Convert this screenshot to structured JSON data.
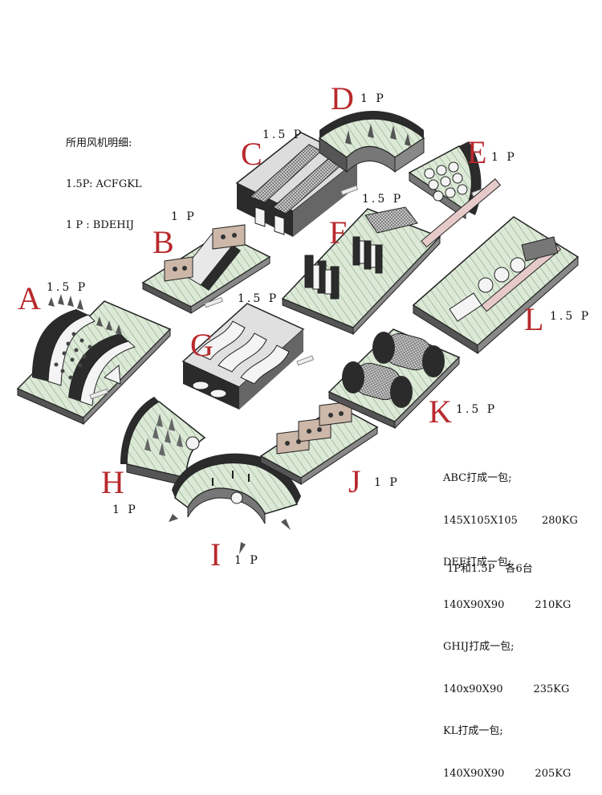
{
  "notes": {
    "title": "所用风机明细:",
    "lines": [
      "1.5P: ACFGKL",
      "1 P : BDEHIJ"
    ]
  },
  "modules": [
    {
      "letter": "A",
      "rating": "1.5 P"
    },
    {
      "letter": "B",
      "rating": "1 P"
    },
    {
      "letter": "C",
      "rating": "1.5 P"
    },
    {
      "letter": "D",
      "rating": "1 P"
    },
    {
      "letter": "E",
      "rating": "1 P"
    },
    {
      "letter": "F",
      "rating": "1.5 P"
    },
    {
      "letter": "G",
      "rating": "1.5 P"
    },
    {
      "letter": "H",
      "rating": "1 P"
    },
    {
      "letter": "I",
      "rating": "1 P"
    },
    {
      "letter": "J",
      "rating": "1 P"
    },
    {
      "letter": "K",
      "rating": "1.5 P"
    },
    {
      "letter": "L",
      "rating": "1.5 P"
    }
  ],
  "packing": [
    {
      "group": "ABC打成一包;",
      "spec": "145X105X105",
      "weight": "280KG"
    },
    {
      "group": "DEF打成一包;",
      "spec": "140X90X90",
      "weight": "210KG"
    },
    {
      "group": "GHIJ打成一包;",
      "spec": "140x90X90",
      "weight": "235KG"
    },
    {
      "group": "KL打成一包;",
      "spec": "140X90X90",
      "weight": "205KG"
    }
  ],
  "summary": "1P和1.5P　各6台",
  "colors": {
    "letter": "#b8292c",
    "mat": "#dbe9d6",
    "wall": "#2b2b2b",
    "wall_face": "#f4f4f4",
    "rope": "#e6c9c9"
  }
}
